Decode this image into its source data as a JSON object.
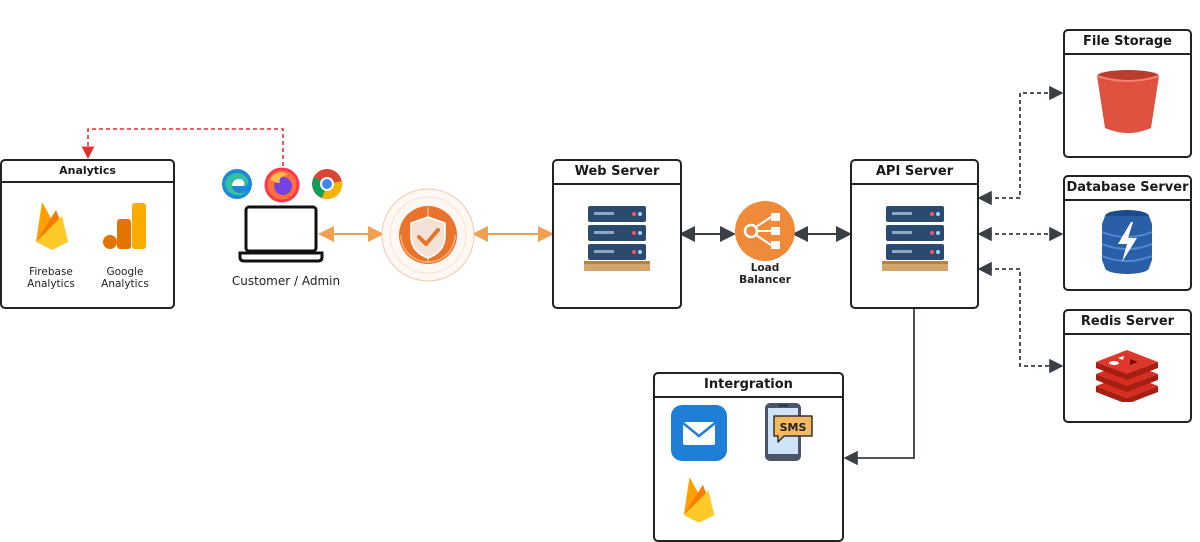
{
  "analytics": {
    "title": "Analytics",
    "firebase_line1": "Firebase",
    "firebase_line2": "Analytics",
    "google_line1": "Google",
    "google_line2": "Analytics"
  },
  "client": {
    "label": "Customer / Admin"
  },
  "web_server": {
    "title": "Web Server"
  },
  "load_balancer": {
    "line1": "Load",
    "line2": "Balancer"
  },
  "api_server": {
    "title": "API Server"
  },
  "file_storage": {
    "title": "File Storage"
  },
  "database_server": {
    "title": "Database Server"
  },
  "redis_server": {
    "title": "Redis Server"
  },
  "integration": {
    "title": "Intergration",
    "sms_text": "SMS"
  },
  "colors": {
    "connector_orange": "#f0a050",
    "connector_red": "#e03030",
    "connector_dark": "#3a3f45",
    "server_navy": "#2b4a6f",
    "firewall_orange": "#e8732a",
    "bucket_red": "#e05240",
    "dynamodb_blue": "#2a5fa8",
    "redis_red": "#c7282a",
    "mail_blue": "#1f7fd6",
    "firebase_yellow": "#ffc42b",
    "google_orange": "#f9ab00"
  },
  "icons": {
    "browsers": [
      "edge-icon",
      "firefox-icon",
      "chrome-icon"
    ],
    "client": "laptop-icon",
    "firewall": "shield-check-icon",
    "server": "server-rack-icon",
    "load_balancer": "load-balancer-icon",
    "file_storage": "bucket-icon",
    "database": "dynamodb-icon",
    "redis": "redis-icon",
    "integration": [
      "mail-icon",
      "sms-phone-icon",
      "firebase-icon"
    ]
  }
}
